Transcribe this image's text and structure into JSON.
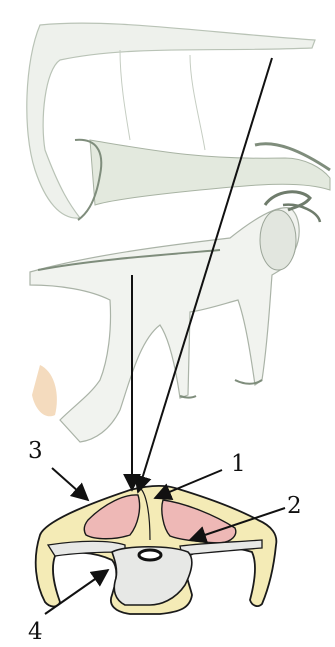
{
  "labels": {
    "one": "1",
    "two": "2",
    "three": "3",
    "four": "4"
  },
  "colors": {
    "fat": "#f4ebb6",
    "muscle": "#eeb8b6",
    "bone": "#e7e8e6",
    "outline": "#1a1a1a",
    "sketch": "#9aa79a"
  }
}
